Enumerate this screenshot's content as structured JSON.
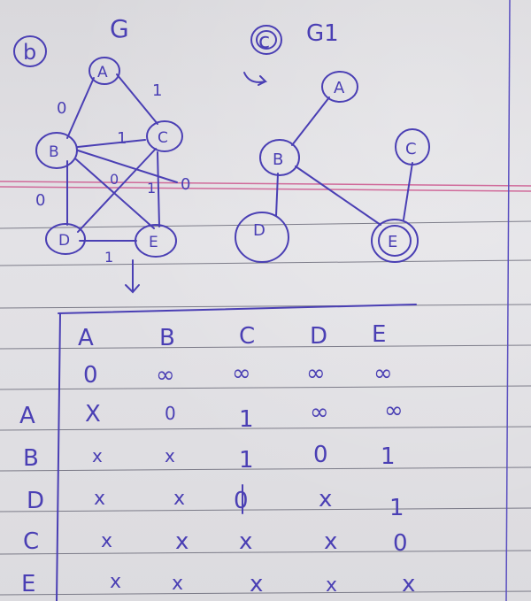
{
  "part_b_label": "b",
  "part_c_label": "c",
  "graph_g": {
    "title": "G",
    "nodes": [
      "A",
      "C",
      "B",
      "D",
      "E"
    ],
    "edge_weights": {
      "ab": "0",
      "ac": "1",
      "bc": "1",
      "bd": "0",
      "be": "0",
      "cd": "1",
      "ce": "0",
      "de": "1"
    }
  },
  "graph_g1": {
    "title": "G1",
    "nodes": [
      "A",
      "B",
      "C",
      "D",
      "E"
    ]
  },
  "table": {
    "header": [
      "A",
      "B",
      "C",
      "D",
      "E"
    ],
    "initial": [
      "0",
      "∞",
      "∞",
      "∞",
      "∞"
    ],
    "rows": [
      {
        "label": "A",
        "cells": [
          "X",
          "0",
          "1",
          "∞",
          "∞"
        ]
      },
      {
        "label": "B",
        "cells": [
          "x",
          "x",
          "1",
          "0",
          "1"
        ]
      },
      {
        "label": "D",
        "cells": [
          "x",
          "x",
          "0",
          "x",
          "1"
        ]
      },
      {
        "label": "C",
        "cells": [
          "x",
          "x",
          "x",
          "x",
          "0"
        ]
      },
      {
        "label": "E",
        "cells": [
          "x",
          "x",
          "x",
          "x",
          "x"
        ]
      }
    ]
  },
  "colors": {
    "ink": "#4a3fb4",
    "ruled_line": "#555566",
    "margin_line": "#d06a9a",
    "paper": "#dedde1"
  }
}
